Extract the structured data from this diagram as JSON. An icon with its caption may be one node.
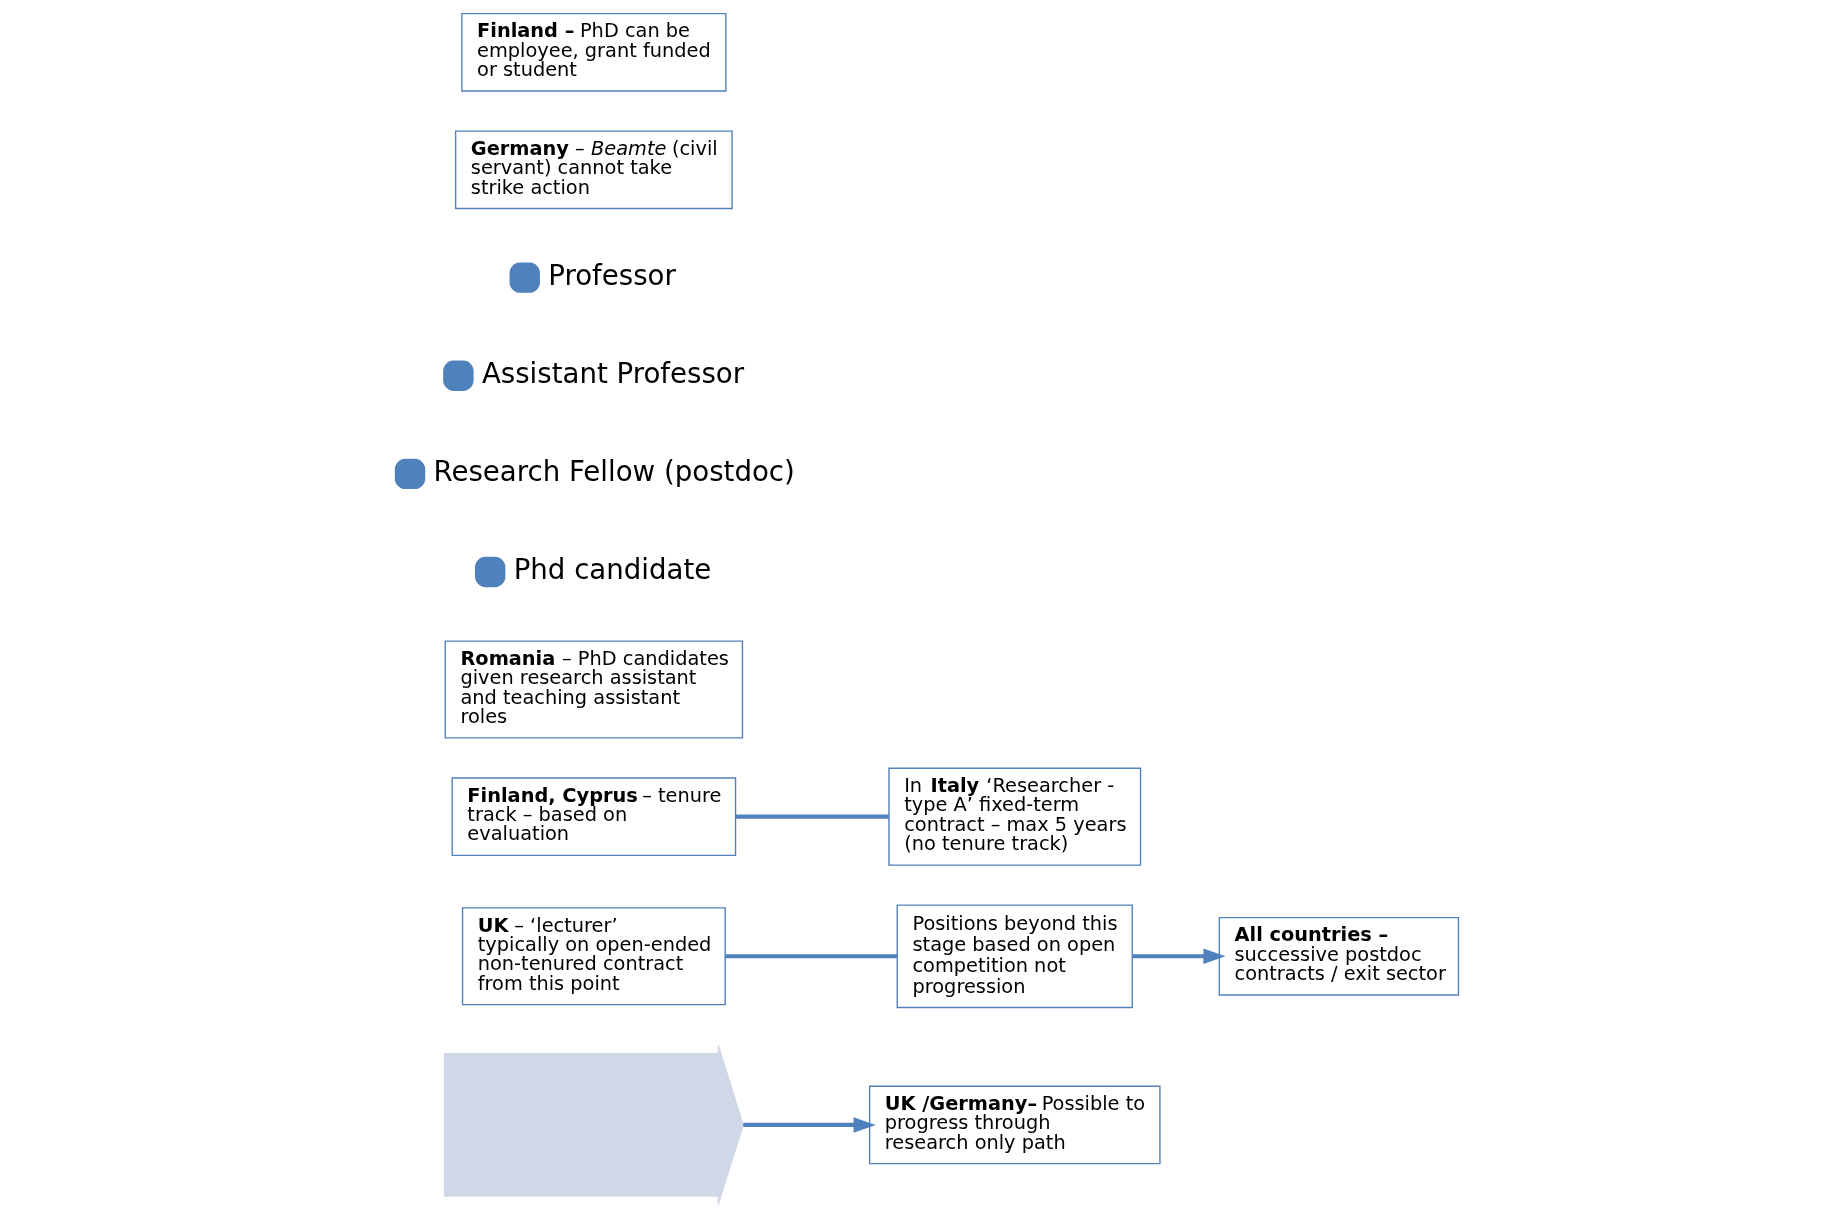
{
  "diagram": {
    "nodes": [
      {
        "text": [
          "**UK /Germany–** Possible to progress through research only path"
        ]
      },
      {
        "text": [
          "**UK** – ‘lecturer’ typically on open-ended non-tenured contract from this point"
        ]
      },
      {
        "text": [
          "**Finland, Cyprus** – tenure track – based on evaluation"
        ]
      },
      {
        "text": [],
        "shape": "arrow"
      },
      {
        "text": [
          "**Romania** – PhD candidates given research assistant and teaching assistant roles"
        ]
      },
      {
        "text": [
          "Phd candidate"
        ]
      },
      {
        "text": [
          "Research Fellow (postdoc)"
        ]
      },
      {
        "text": [
          "Assistant Professor"
        ]
      },
      {
        "text": [
          "Professor"
        ]
      },
      {
        "text": [
          "**Germany** – *Beamte* (civil servant) cannot take strike action"
        ]
      },
      {
        "text": [
          "**Finland –** PhD can be employee, grant funded or student"
        ]
      },
      {
        "text": [
          "Positions beyond this stage based on open competition not progression"
        ]
      },
      {
        "text": [
          "In **Italy** ‘Researcher - type A’ fixed-term contract – max 5 years (no tenure track)"
        ]
      },
      {
        "text": [
          "**All countries –** successive postdoc contracts / exit sector"
        ]
      }
    ],
    "edges": [
      {
        "from": 3,
        "to": 0,
        "arrow": "to"
      },
      {
        "from": 1,
        "to": 11,
        "arrow": "none"
      },
      {
        "from": 2,
        "to": 12,
        "arrow": "none"
      },
      {
        "from": 11,
        "to": 13,
        "arrow": "to"
      }
    ]
  }
}
